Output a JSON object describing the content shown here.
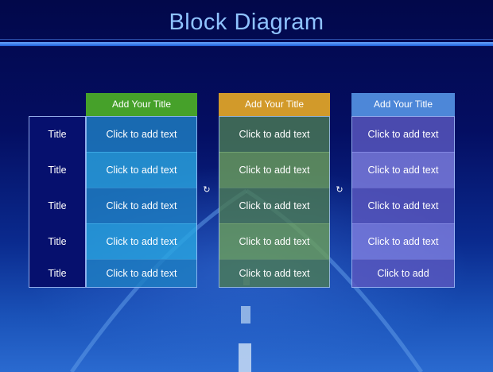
{
  "title": "Block Diagram",
  "row_titles": [
    "Title",
    "Title",
    "Title",
    "Title",
    "Title"
  ],
  "columns": [
    {
      "header": "Add Your Title",
      "header_color": "#46a12a",
      "cells": [
        "Click to add text",
        "Click to add text",
        "Click to add text",
        "Click to add text",
        "Click to add text"
      ],
      "cell_colors": [
        "#1f7fc3",
        "#2aa5e0",
        "#1f7fc3",
        "#2aa5e0",
        "#1f7fc3"
      ]
    },
    {
      "header": "Add Your Title",
      "header_color": "#d29a2a",
      "cells": [
        "Click to add text",
        "Click to add text",
        "Click to add text",
        "Click to add text",
        "Click to add text"
      ],
      "cell_colors": [
        "#4a7a55",
        "#6a9e5a",
        "#4a7a55",
        "#6a9e5a",
        "#4a7a55"
      ]
    },
    {
      "header": "Add Your Title",
      "header_color": "#4d87d8",
      "cells": [
        "Click to add text",
        "Click to add text",
        "Click to add text",
        "Click to add text",
        "Click to add"
      ],
      "cell_colors": [
        "#5a58bf",
        "#7f7fe0",
        "#5a58bf",
        "#7f7fe0",
        "#5a58bf"
      ]
    }
  ],
  "arrows": [
    "↻",
    "↻"
  ]
}
